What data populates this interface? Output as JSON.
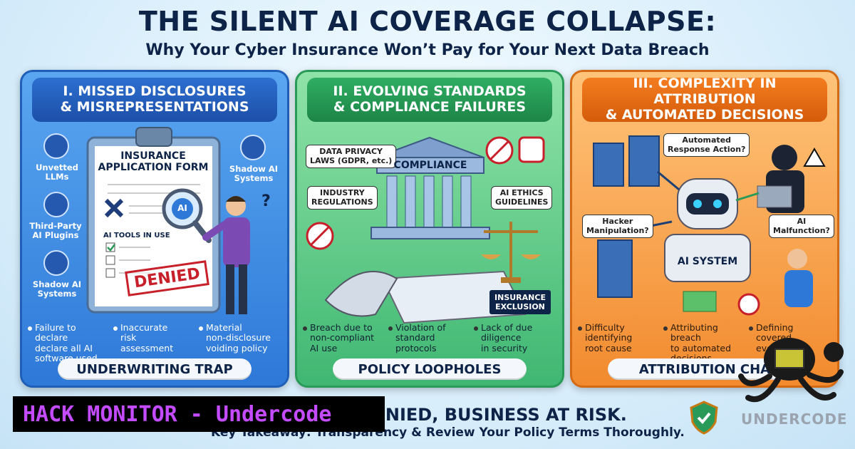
{
  "title": "THE SILENT AI COVERAGE COLLAPSE:",
  "subtitle": "Why Your Cyber Insurance Won’t Pay for Your Next Data Breach",
  "panels": [
    {
      "heading": "I. MISSED DISCLOSURES\n& MISREPRESENTATIONS",
      "icons": [
        "Unvetted\nLLMs",
        "Third-Party\nAI Plugins",
        "Shadow AI\nSystems",
        "Shadow AI\nSystems"
      ],
      "form_title": "INSURANCE\nAPPLICATION FORM",
      "form_section": "AI TOOLS IN USE",
      "stamp": "DENIED",
      "magnifier": "AI",
      "bullets": [
        "Failure to declare\ndeclare all AI\nsoftware used",
        "Inaccurate\nrisk\nassessment",
        "Material\nnon-disclosure\nvoiding policy"
      ],
      "footer": "UNDERWRITING TRAP",
      "color": "#2e79d8"
    },
    {
      "heading": "II. EVOLVING STANDARDS\n& COMPLIANCE FAILURES",
      "labels": [
        "DATA PRIVACY\nLAWS (GDPR, etc.)",
        "INDUSTRY\nREGULATIONS",
        "AI ETHICS\nGUIDELINES"
      ],
      "building": "COMPLIANCE",
      "exclusion": "INSURANCE\nEXCLUSION",
      "bullets": [
        "Breach due to\nnon-compliant\nAI use",
        "Violation of\nstandard\nprotocols",
        "Lack of due\ndiligence\nin security"
      ],
      "footer": "POLICY LOOPHOLES",
      "color": "#3fb772"
    },
    {
      "heading": "III. COMPLEXITY IN ATTRIBUTION\n& AUTOMATED DECISIONS",
      "labels": [
        "Automated\nResponse Action?",
        "Hacker\nManipulation?",
        "AI\nMalfunction?"
      ],
      "robot": "AI SYSTEM",
      "bullets": [
        "Difficulty\nidentifying\nroot cause",
        "Attributing breach\nto automated\ndecisions",
        "Defining covered\nevents"
      ],
      "footer": "ATTRIBUTION CHA",
      "color": "#f28a2e"
    }
  ],
  "bottom": {
    "risk": "IS DENIED, BUSINESS AT RISK.",
    "takeaway": "Key Takeaway: Transparency & Review Your Policy Terms Thoroughly."
  },
  "watermark": "HACK MONITOR - Undercode",
  "logo": "UNDERCODE"
}
